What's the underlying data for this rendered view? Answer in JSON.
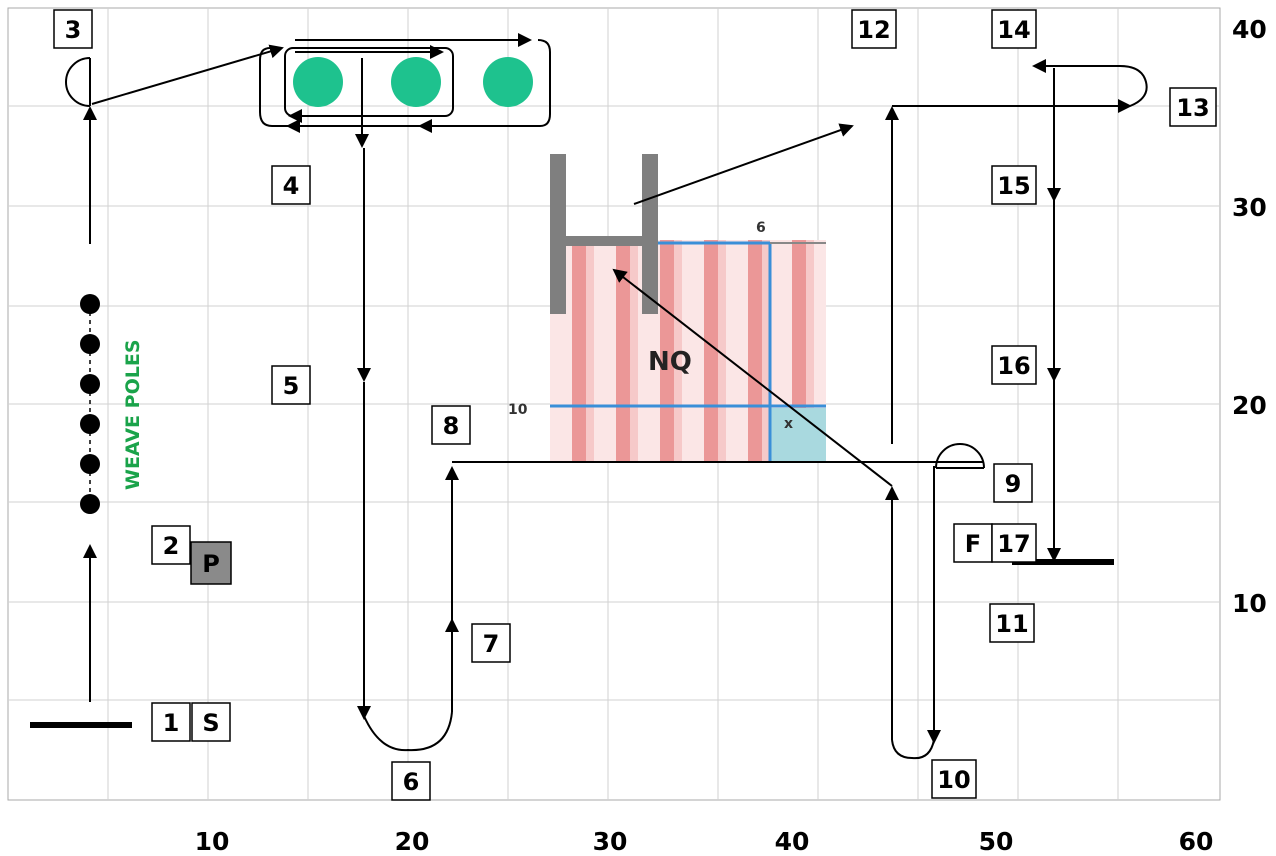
{
  "grid": {
    "x_min": 0,
    "x_max": 60,
    "y_min": 0,
    "y_max": 40
  },
  "axis": {
    "x_ticks": [
      "10",
      "20",
      "30",
      "40",
      "50",
      "60"
    ],
    "y_ticks": [
      "10",
      "20",
      "30",
      "40"
    ]
  },
  "numbers": {
    "n1": "1",
    "n2": "2",
    "n3": "3",
    "n4": "4",
    "n5": "5",
    "n6": "6",
    "n7": "7",
    "n8": "8",
    "n9": "9",
    "n10": "10",
    "n11": "11",
    "n12": "12",
    "n13": "13",
    "n14": "14",
    "n15": "15",
    "n16": "16",
    "n17": "17"
  },
  "markers": {
    "start": "S",
    "finish": "F",
    "pause_table": "P"
  },
  "weave_label": "WEAVE POLES",
  "nq": {
    "label": "NQ",
    "dim_top": "6",
    "dim_left": "10",
    "corner_mark": "x"
  },
  "colors": {
    "tunnel_fill": "#1ec28e",
    "weave_text": "#1aa34a",
    "ring_stripe": "#e98a8a",
    "ring_border": "#3a8fd8",
    "x_zone": "#a9d9df",
    "table": "#8a8a8a"
  }
}
